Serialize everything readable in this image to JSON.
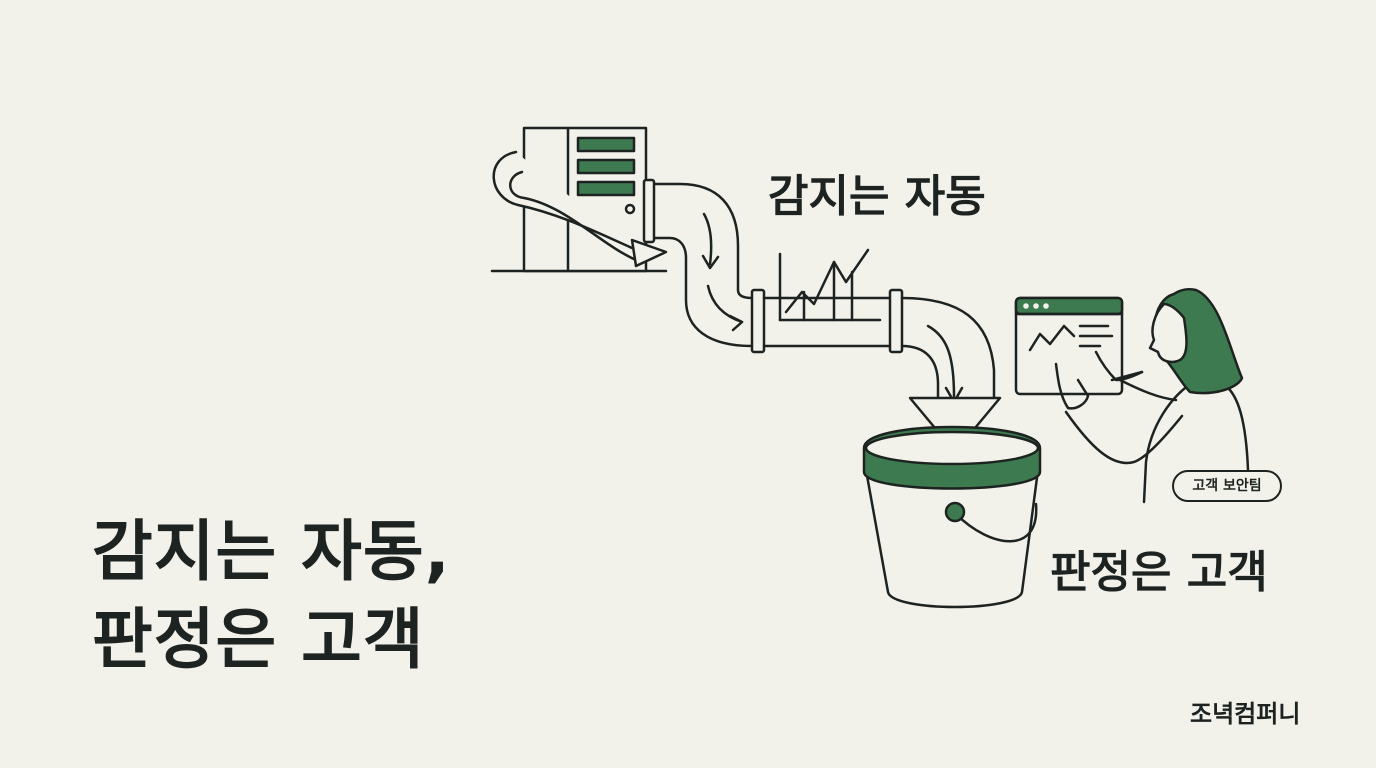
{
  "headline": {
    "line1": "감지는 자동,",
    "line2": "판정은 고객"
  },
  "labels": {
    "automatic_detection": "감지는 자동",
    "customer_judgment": "판정은 고객",
    "team_badge": "고객 보안팀"
  },
  "brand": "조녁컴퍼니",
  "colors": {
    "background": "#f2f1ea",
    "ink": "#1d2320",
    "accent_green": "#3e7a50"
  },
  "icons": [
    "server-icon",
    "pipe-icon",
    "chart-icon",
    "bucket-icon",
    "dashboard-window-icon",
    "analyst-person-icon",
    "arrow-icon"
  ]
}
